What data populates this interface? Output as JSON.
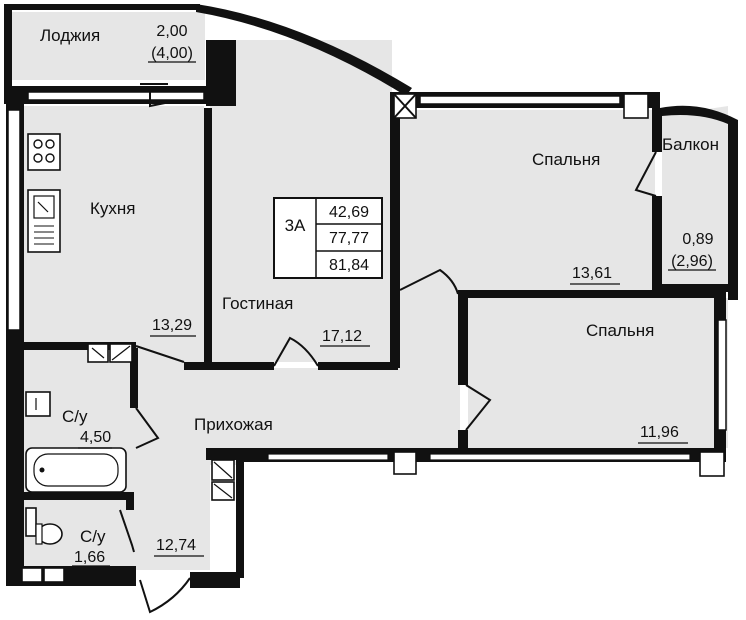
{
  "rooms": {
    "loggia": {
      "name": "Лоджия",
      "area": "2,00",
      "area2": "(4,00)"
    },
    "kitchen": {
      "name": "Кухня",
      "area": "13,29"
    },
    "living": {
      "name": "Гостиная",
      "area": "17,12"
    },
    "bedroom1": {
      "name": "Спальня",
      "area": "13,61"
    },
    "balcony": {
      "name": "Балкон",
      "area": "0,89",
      "area2": "(2,96)"
    },
    "bedroom2": {
      "name": "Спальня",
      "area": "11,96"
    },
    "hall": {
      "name": "Прихожая",
      "area": "12,74"
    },
    "bath": {
      "name": "С/у",
      "area": "4,50"
    },
    "wc": {
      "name": "С/у",
      "area": "1,66"
    }
  },
  "summary": {
    "type": "3А",
    "living_area": "42,69",
    "total_area": "77,77",
    "total_with_balconies": "81,84"
  }
}
